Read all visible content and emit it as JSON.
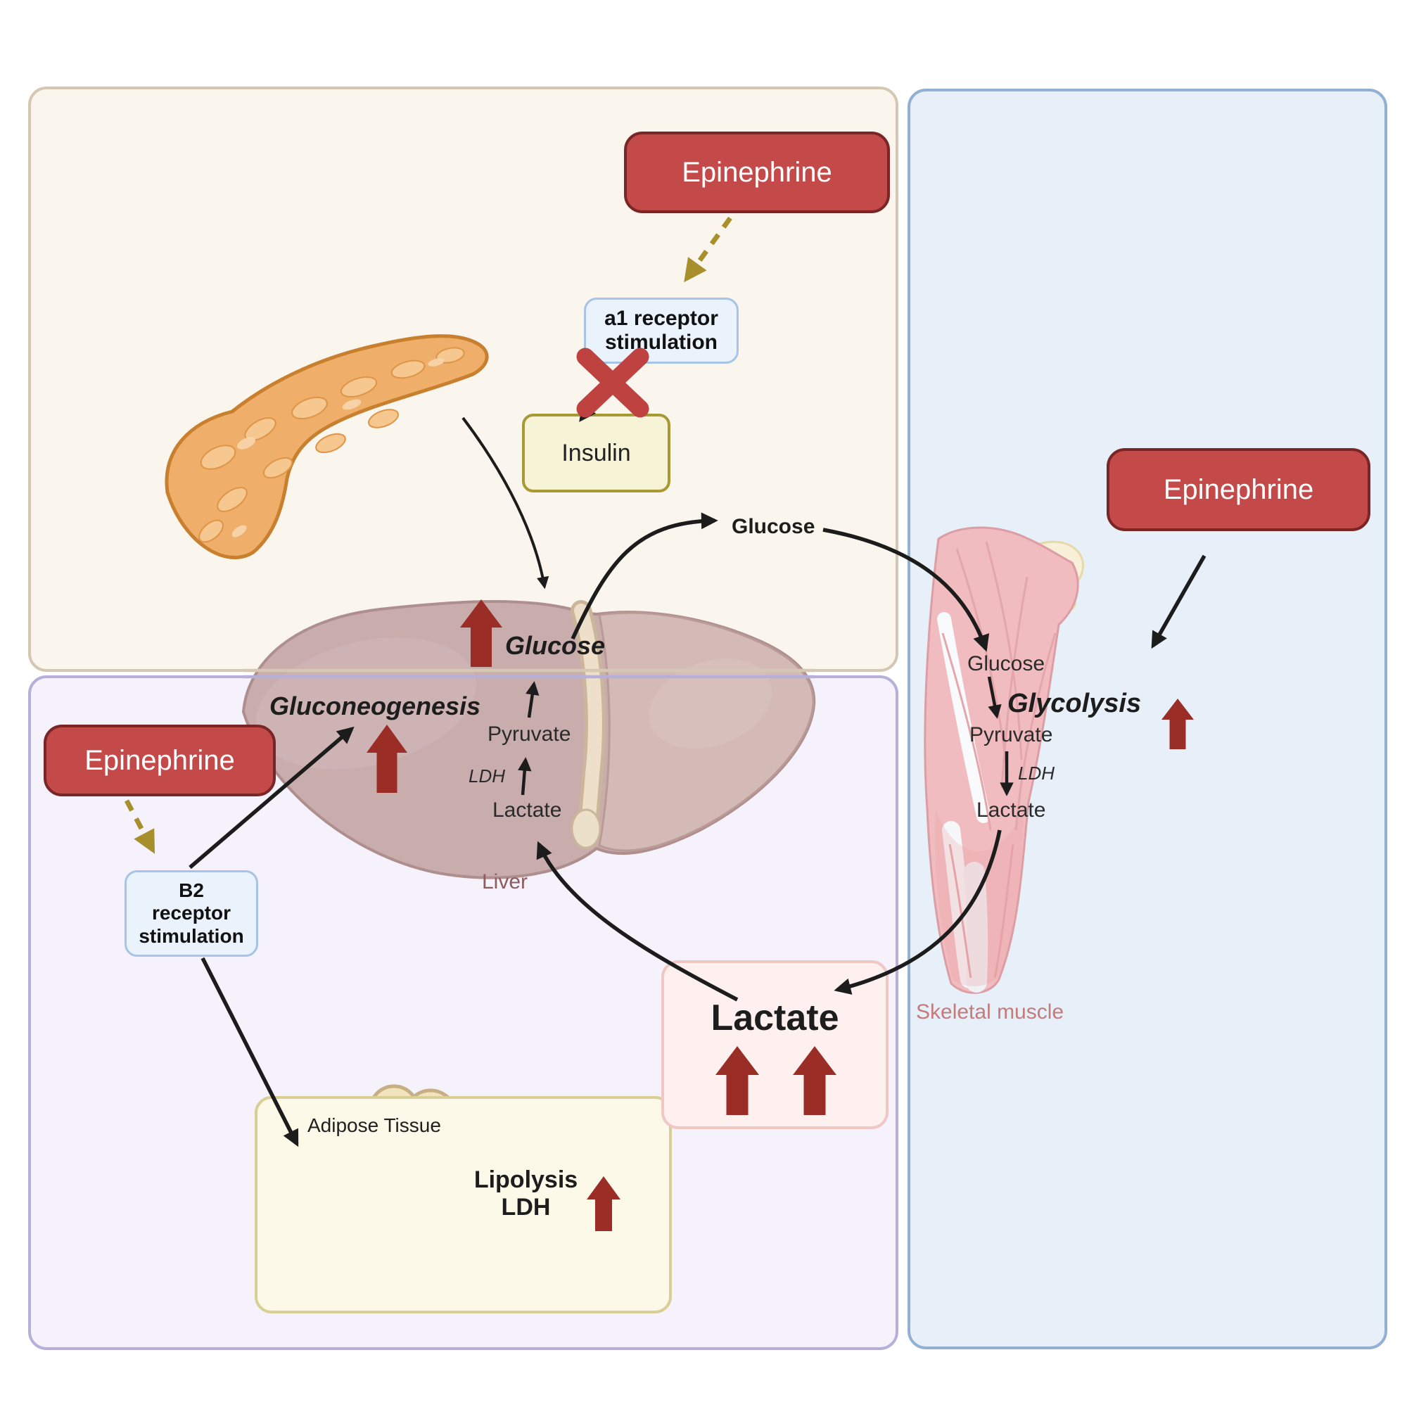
{
  "boxes": {
    "epinephrine_top": {
      "label": "Epinephrine"
    },
    "epinephrine_left": {
      "label": "Epinephrine"
    },
    "epinephrine_right": {
      "label": "Epinephrine"
    },
    "a1_receptor": {
      "line1": "a1 receptor",
      "line2": "stimulation"
    },
    "b2_receptor": {
      "line1": "B2",
      "line2": "receptor",
      "line3": "stimulation"
    },
    "insulin": {
      "label": "Insulin"
    },
    "lactate": {
      "label": "Lactate"
    },
    "adipose": {
      "title": "Adipose Tissue",
      "lipolysis_line1": "Lipolysis",
      "lipolysis_line2": "LDH"
    }
  },
  "bloodstream": {
    "glucose_label": "Glucose"
  },
  "liver": {
    "glucose": "Glucose",
    "gluconeogenesis": "Gluconeogenesis",
    "pyruvate": "Pyruvate",
    "ldh": "LDH",
    "lactate": "Lactate",
    "organ_label": "Liver"
  },
  "muscle": {
    "glucose": "Glucose",
    "glycolysis": "Glycolysis",
    "pyruvate": "Pyruvate",
    "ldh": "LDH",
    "lactate": "Lactate",
    "organ_label": "Skeletal muscle"
  },
  "colors": {
    "epinephrine_fill": "#C44A4A",
    "epinephrine_border": "#7A2626",
    "receptor_fill": "#EAF2FC",
    "receptor_border": "#A5C4E8",
    "insulin_fill": "#F6F3D7",
    "insulin_border": "#A79A35",
    "lactate_box_fill": "#FDF0EE",
    "lactate_box_border": "#EFC7C4",
    "adipose_fill": "#FCF9E8",
    "adipose_border": "#D8CE96",
    "panel_cream": "#FBF6ED",
    "panel_lavender": "#F5F2FB",
    "panel_blue": "#E7F0F9",
    "up_arrow_red": "#9B2D27",
    "inhibit_x_red": "#BE4340",
    "dashed_arrow_olive": "#A78F2C",
    "liver_label_color": "#8D5C5C",
    "muscle_label_color": "#C47B7B"
  }
}
